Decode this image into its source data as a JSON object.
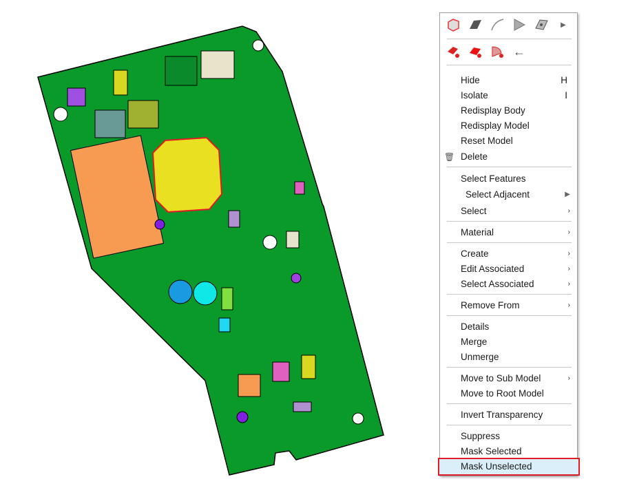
{
  "toolbar_row1": [
    "solid-body-icon",
    "surface-icon",
    "curve-icon",
    "face-icon",
    "mesh-face-icon",
    "more-arrow-icon"
  ],
  "toolbar_row2": [
    "mask-solid-icon",
    "mask-surface-icon",
    "mask-face-icon",
    "back-arrow-icon"
  ],
  "menu": {
    "items": [
      {
        "label": "Hide",
        "shortcut": "H"
      },
      {
        "label": "Isolate",
        "shortcut": "I"
      },
      {
        "label": "Redisplay Body"
      },
      {
        "label": "Redisplay Model"
      },
      {
        "label": "Reset Model"
      },
      {
        "label": "Delete",
        "icon": "trash-icon"
      },
      {
        "label": "Select Features"
      },
      {
        "label": "Select Adjacent",
        "submenu": "▶"
      },
      {
        "label": "Select",
        "submenu": "›"
      },
      {
        "label": "Material",
        "submenu": "›"
      },
      {
        "label": "Create",
        "submenu": "›"
      },
      {
        "label": "Edit Associated",
        "submenu": "›"
      },
      {
        "label": "Select Associated",
        "submenu": "›"
      },
      {
        "label": "Remove From",
        "submenu": "›"
      },
      {
        "label": "Details"
      },
      {
        "label": "Merge"
      },
      {
        "label": "Unmerge"
      },
      {
        "label": "Move to Sub Model",
        "submenu": "›"
      },
      {
        "label": "Move to Root Model"
      },
      {
        "label": "Invert Transparency"
      },
      {
        "label": "Suppress"
      },
      {
        "label": "Mask Selected"
      },
      {
        "label": "Mask Unselected",
        "highlighted": true
      }
    ]
  },
  "colors": {
    "board": "#0a9a2a",
    "highlight": "#dbeffa",
    "highlight_border": "#e01b24"
  }
}
